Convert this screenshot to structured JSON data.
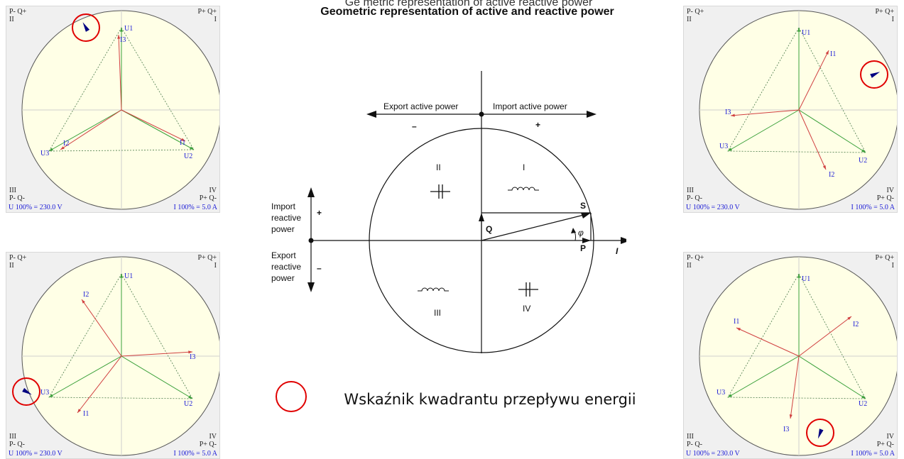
{
  "header": {
    "title_top": "Ge   metric representation of active   reactive power",
    "title": "Geometric representation of active and reactive power"
  },
  "phasor_panels": [
    {
      "q_top_left": [
        "P- Q+",
        "II"
      ],
      "q_top_right": [
        "P+ Q+",
        "I"
      ],
      "q_bottom_left": [
        "III",
        "P- Q-"
      ],
      "q_bottom_right": [
        "IV",
        "P+ Q-"
      ],
      "voltage_scale": "U 100% = 230.0 V",
      "current_scale": "I 100% = 5.0 A",
      "voltage_labels": [
        "U1",
        "U2",
        "U3"
      ],
      "current_labels": [
        "I1",
        "I2",
        "I3"
      ],
      "indicator_quadrant": "II"
    },
    {
      "q_top_left": [
        "P- Q+",
        "II"
      ],
      "q_top_right": [
        "P+ Q+",
        "I"
      ],
      "q_bottom_left": [
        "III",
        "P- Q-"
      ],
      "q_bottom_right": [
        "IV",
        "P+ Q-"
      ],
      "voltage_scale": "U 100% = 230.0 V",
      "current_scale": "I 100% = 5.0 A",
      "voltage_labels": [
        "U1",
        "U2",
        "U3"
      ],
      "current_labels": [
        "I1",
        "I2",
        "I3"
      ],
      "indicator_quadrant": "I"
    },
    {
      "q_top_left": [
        "P- Q+",
        "II"
      ],
      "q_top_right": [
        "P+ Q+",
        "I"
      ],
      "q_bottom_left": [
        "III",
        "P- Q-"
      ],
      "q_bottom_right": [
        "IV",
        "P+ Q-"
      ],
      "voltage_scale": "U 100% = 230.0 V",
      "current_scale": "I 100% = 5.0 A",
      "voltage_labels": [
        "U1",
        "U2",
        "U3"
      ],
      "current_labels": [
        "I1",
        "I2",
        "I3"
      ],
      "indicator_quadrant": "III"
    },
    {
      "q_top_left": [
        "P- Q+",
        "II"
      ],
      "q_top_right": [
        "P+ Q+",
        "I"
      ],
      "q_bottom_left": [
        "III",
        "P- Q-"
      ],
      "q_bottom_right": [
        "IV",
        "P+ Q-"
      ],
      "voltage_scale": "U 100% = 230.0 V",
      "current_scale": "I 100% = 5.0 A",
      "voltage_labels": [
        "U1",
        "U2",
        "U3"
      ],
      "current_labels": [
        "I1",
        "I2",
        "I3"
      ],
      "indicator_quadrant": "IV"
    }
  ],
  "center_diagram": {
    "export_active": "Export active power",
    "import_active": "Import active power",
    "minus_sign": "–",
    "plus_sign": "+",
    "import_reactive": [
      "Import",
      "reactive",
      "power"
    ],
    "export_reactive": [
      "Export",
      "reactive",
      "power"
    ],
    "reactive_plus": "+",
    "reactive_minus": "–",
    "quadrants": [
      "I",
      "II",
      "III",
      "IV"
    ],
    "vector_labels": {
      "S": "S",
      "Q": "Q",
      "P": "P",
      "I": "I",
      "phi": "φ"
    }
  },
  "legend": {
    "text": "Wskaźnik kwadrantu przepływu energii",
    "indicator_color": "#e00000"
  },
  "colors": {
    "circle_fill": "#ffffe6",
    "voltage_vector": "#3aa03a",
    "current_vector": "#d04040",
    "label_blue": "#1a1ad6",
    "indicator_needle": "#000080"
  }
}
